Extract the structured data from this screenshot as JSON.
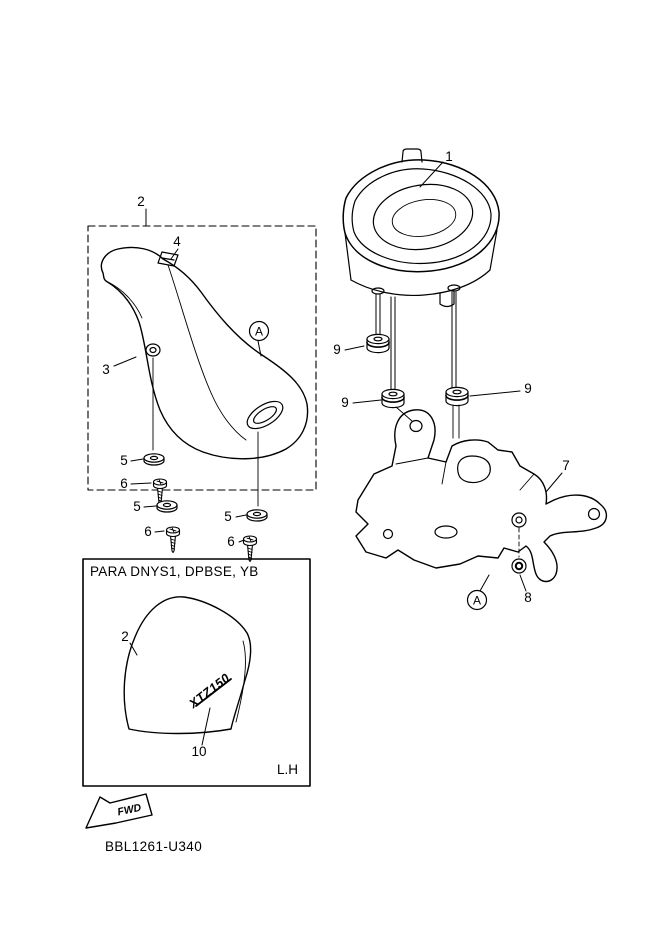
{
  "page": {
    "background": "#ffffff",
    "ink": "#000000"
  },
  "labels": {
    "part_1": "1",
    "part_2": "2",
    "part_3": "3",
    "part_4": "4",
    "part_5": "5",
    "part_6": "6",
    "part_7": "7",
    "part_8": "8",
    "part_9": "9",
    "part_10": "10",
    "ref_a": "A"
  },
  "inset": {
    "title": "PARA DNYS1, DPBSE, YB",
    "part_2": "2",
    "part_10": "10",
    "decal": "XTZ150",
    "side": "L.H"
  },
  "footer": {
    "fwd": "FWD",
    "code": "BBL1261-U340"
  }
}
